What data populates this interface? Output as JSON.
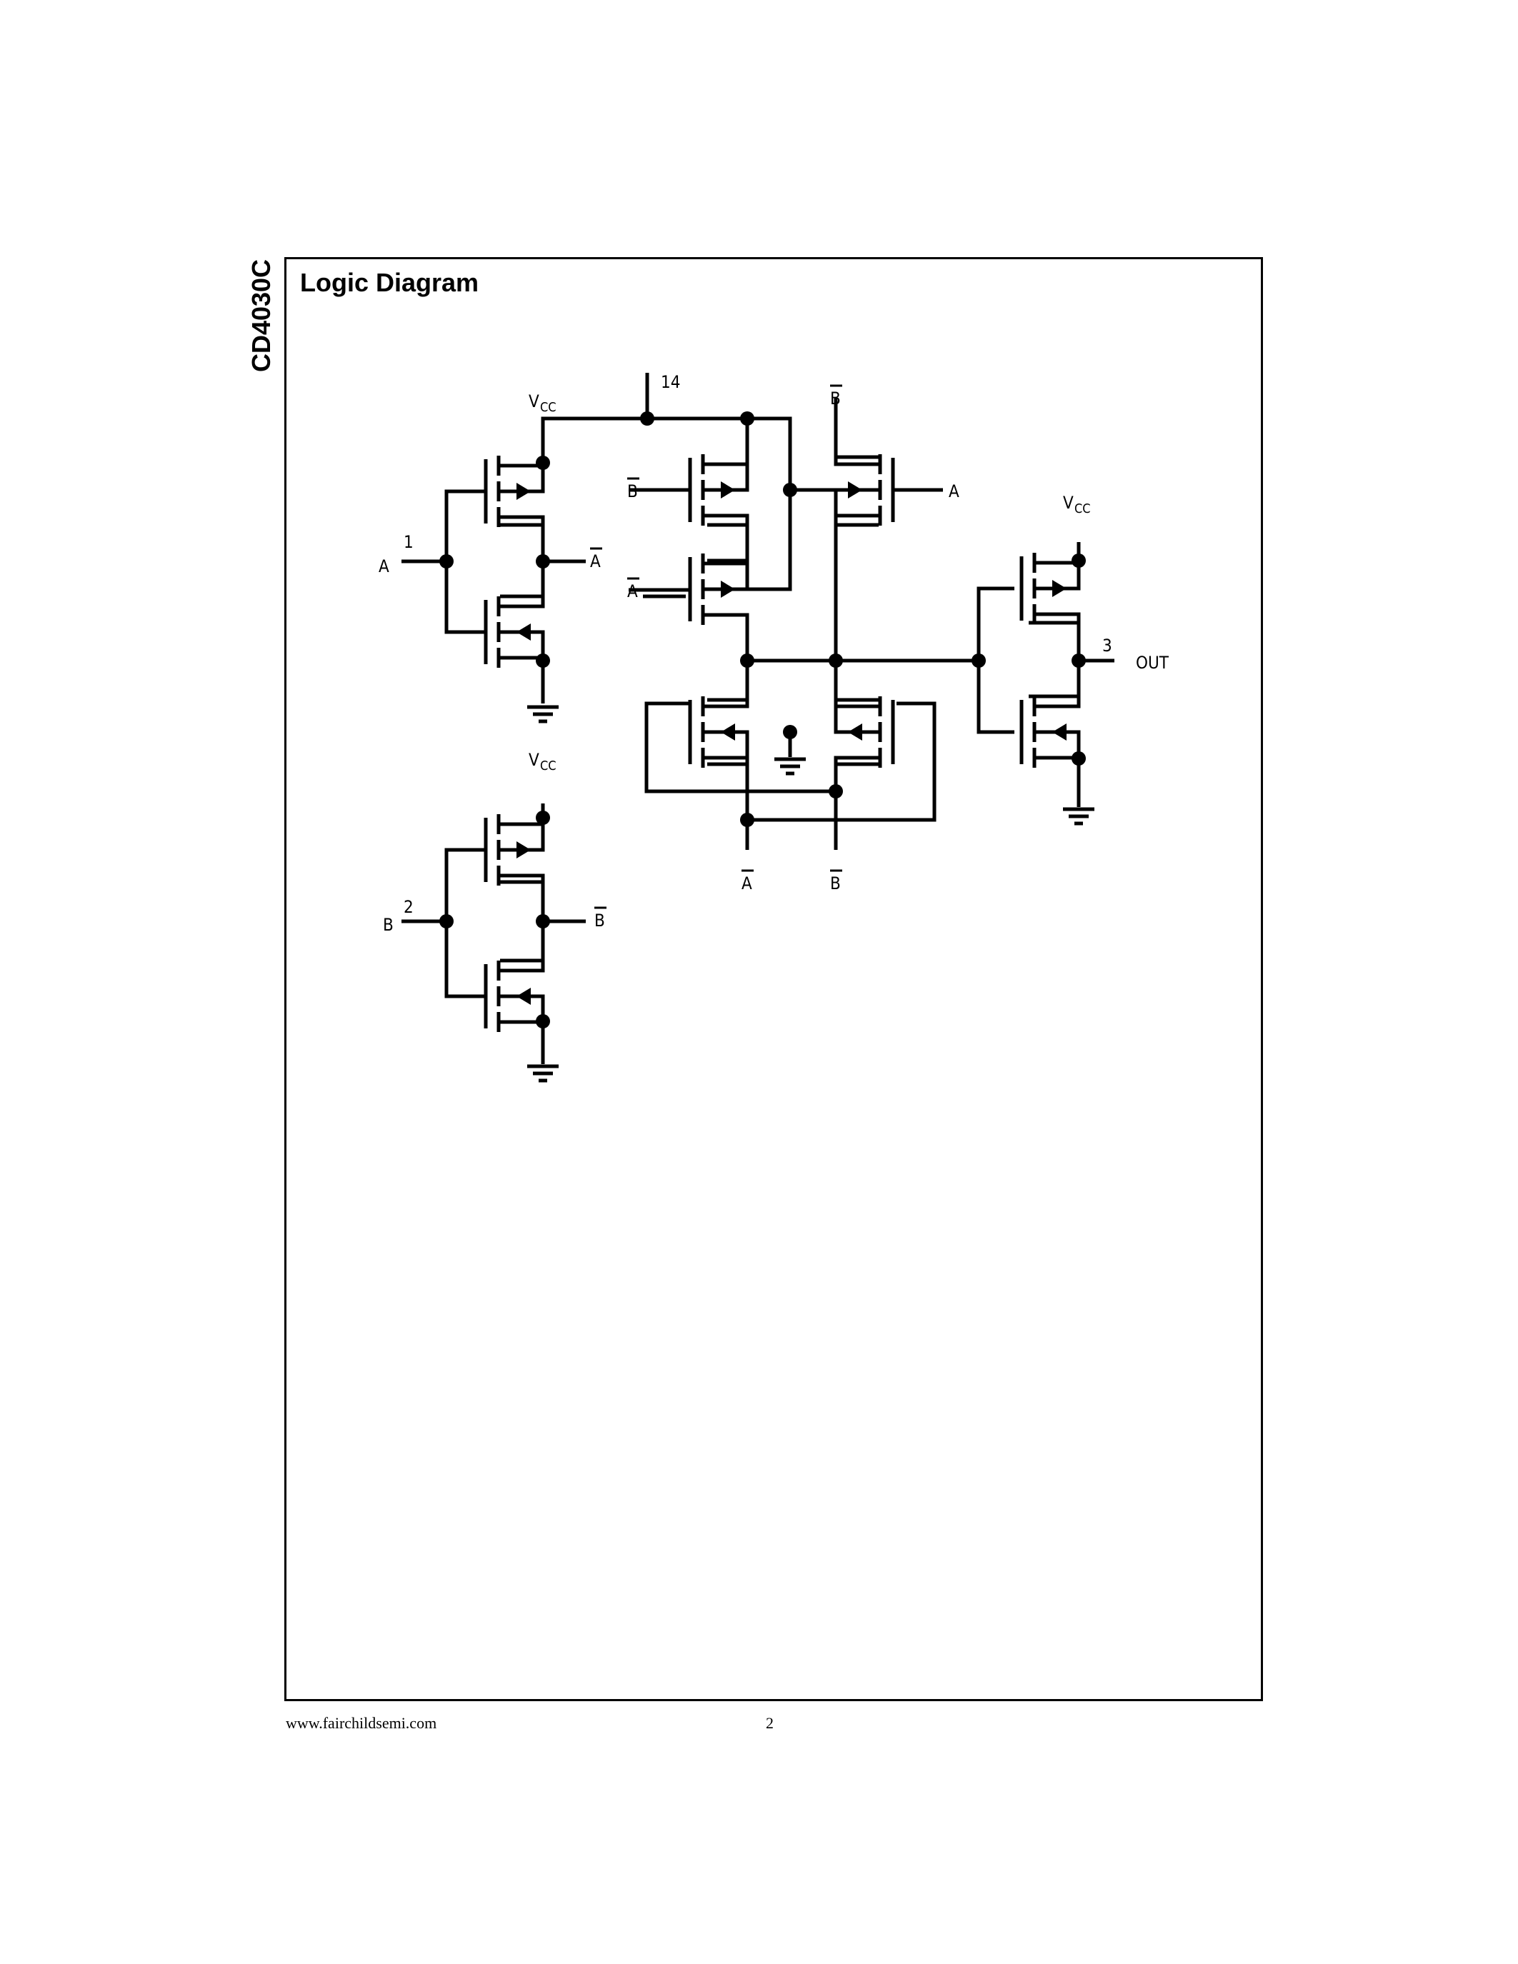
{
  "side_title": "CD4030C",
  "section_title": "Logic Diagram",
  "diagram": {
    "pin_labels": {
      "vcc_pin": "14",
      "input_a_pin": "1",
      "input_b_pin": "2",
      "output_pin": "3"
    },
    "signal_labels": {
      "a": "A",
      "a_bar": "A",
      "b": "B",
      "b_bar": "B",
      "vcc": "V",
      "vcc_sub": "CC",
      "out": "OUT"
    }
  },
  "footer": {
    "url": "www.fairchildsemi.com",
    "page_number": "2"
  }
}
